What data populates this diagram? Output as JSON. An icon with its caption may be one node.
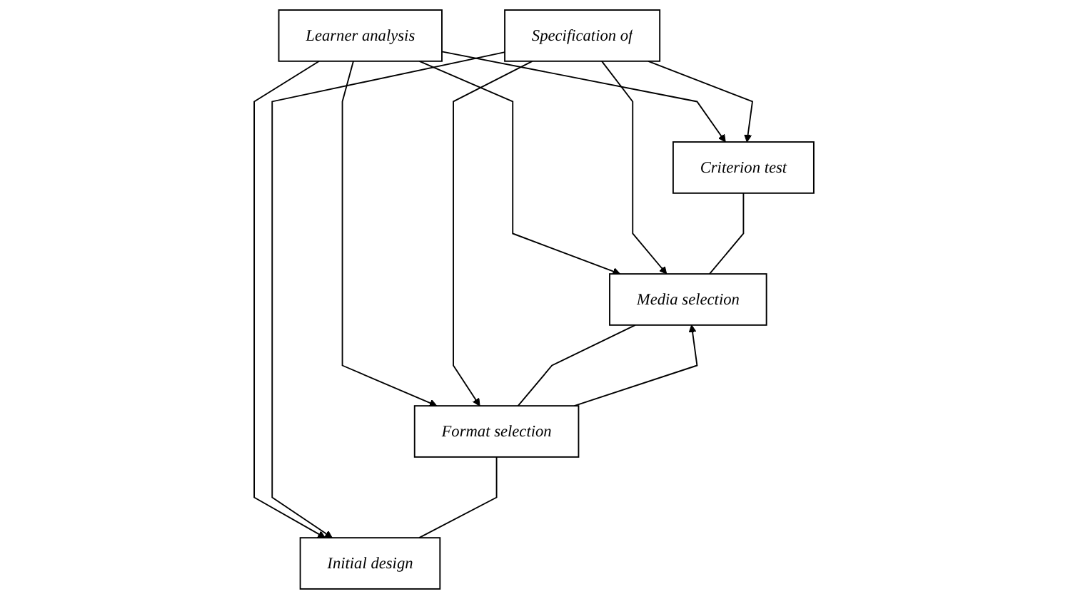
{
  "diagram": {
    "nodes": [
      {
        "text": [
          "Learner analysis"
        ]
      },
      {
        "text": [
          "Specification of"
        ]
      },
      {
        "text": [
          "Criterion test"
        ]
      },
      {
        "text": [
          "Media selection"
        ]
      },
      {
        "text": [
          "Format selection"
        ]
      },
      {
        "text": [
          "Initial design"
        ]
      }
    ],
    "edges": [
      {
        "from": 0,
        "to": 2,
        "arrow": "to"
      },
      {
        "from": 0,
        "to": 3,
        "arrow": "to"
      },
      {
        "from": 0,
        "to": 4,
        "arrow": "to"
      },
      {
        "from": 0,
        "to": 5,
        "arrow": "to"
      },
      {
        "from": 1,
        "to": 2,
        "arrow": "to"
      },
      {
        "from": 1,
        "to": 3,
        "arrow": "to"
      },
      {
        "from": 1,
        "to": 4,
        "arrow": "to"
      },
      {
        "from": 1,
        "to": 5,
        "arrow": "to"
      },
      {
        "from": 2,
        "to": 3,
        "arrow": "none"
      },
      {
        "from": 3,
        "to": 4,
        "arrow": "none"
      },
      {
        "from": 4,
        "to": 3,
        "arrow": "to"
      },
      {
        "from": 4,
        "to": 5,
        "arrow": "none"
      }
    ]
  }
}
